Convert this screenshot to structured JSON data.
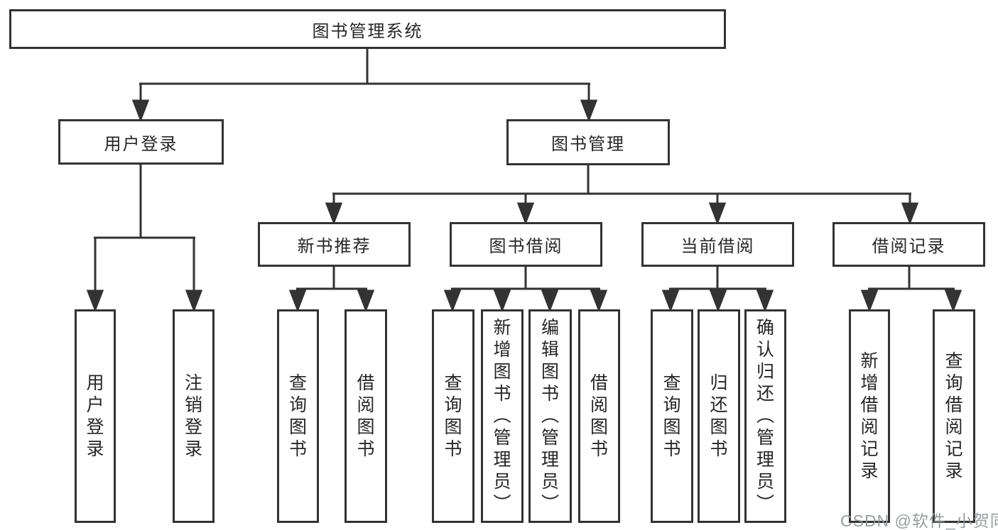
{
  "diagram_title": "图书管理系统",
  "nodes": {
    "root": {
      "label": "图书管理系统"
    },
    "user_login": {
      "label": "用户登录"
    },
    "book_mgmt": {
      "label": "图书管理"
    },
    "new_book_rec": {
      "label": "新书推荐"
    },
    "book_borrow": {
      "label": "图书借阅"
    },
    "current_borrow": {
      "label": "当前借阅"
    },
    "borrow_records": {
      "label": "借阅记录"
    },
    "leaf_user_login": {
      "label": "用户登录"
    },
    "leaf_logout": {
      "label": "注销登录"
    },
    "leaf_query_book_1": {
      "label": "查询图书"
    },
    "leaf_borrow_book_1": {
      "label": "借阅图书"
    },
    "leaf_query_book_2": {
      "label": "查询图书"
    },
    "leaf_add_book": {
      "label": "新增图书（管理员）"
    },
    "leaf_edit_book": {
      "label": "编辑图书（管理员）"
    },
    "leaf_borrow_book_2": {
      "label": "借阅图书"
    },
    "leaf_query_book_3": {
      "label": "查询图书"
    },
    "leaf_return_book": {
      "label": "归还图书"
    },
    "leaf_confirm_return": {
      "label": "确认归还（管理员）"
    },
    "leaf_add_record": {
      "label": "新增借阅记录"
    },
    "leaf_query_record": {
      "label": "查询借阅记录"
    }
  },
  "watermark": {
    "text": "CSDN @软件_小贺同学"
  },
  "colors": {
    "line": "#333333",
    "text": "#262626",
    "background": "#ffffff",
    "watermark": "#8e9398"
  }
}
